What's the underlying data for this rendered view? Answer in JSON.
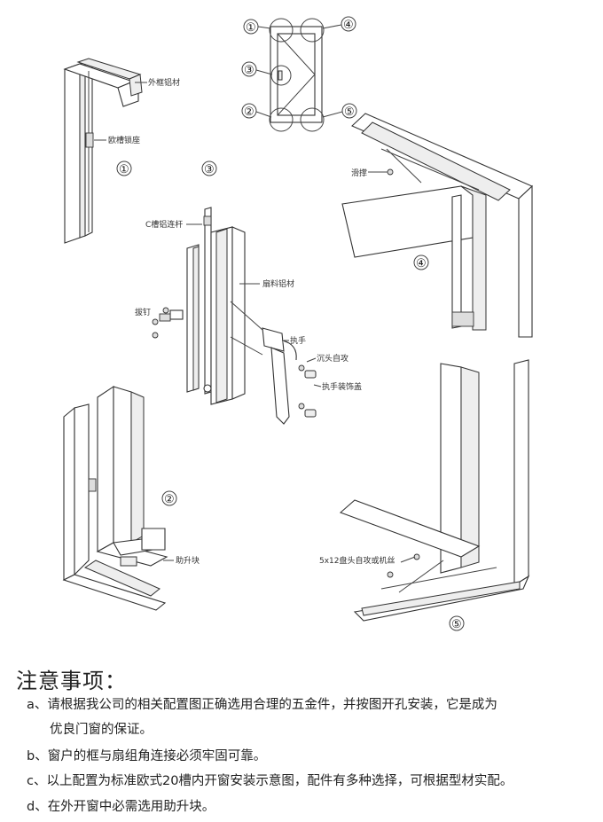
{
  "diagram": {
    "markers": {
      "m1": "①",
      "m2": "②",
      "m3": "③",
      "m4": "④",
      "m5": "⑤"
    },
    "labels": {
      "outer_frame": "外框铝材",
      "euro_lock_seat": "欧槽锁座",
      "c_connecting_rod": "C槽铝连杆",
      "sash_profile": "扇料铝材",
      "pull_nail": "拔钉",
      "handle": "执手",
      "countersunk_screw": "沉头自攻",
      "handle_cover": "执手装饰盖",
      "friction_stay": "滑撑",
      "lift_block": "助升块",
      "pan_head_screw": "5x12盘头自攻或机丝"
    }
  },
  "notes": {
    "title": "注意事项：",
    "items": [
      {
        "prefix": "a、",
        "text": "请根据我公司的相关配置图正确选用合理的五金件，并按图开孔安装，它是成为",
        "cont": "优良门窗的保证。"
      },
      {
        "prefix": "b、",
        "text": "窗户的框与扇组角连接必须牢固可靠。"
      },
      {
        "prefix": "c、",
        "text": "以上配置为标准欧式20槽内开窗安装示意图，配件有多种选择，可根据型材实配。"
      },
      {
        "prefix": "d、",
        "text": "在外开窗中必需选用助升块。"
      }
    ]
  }
}
